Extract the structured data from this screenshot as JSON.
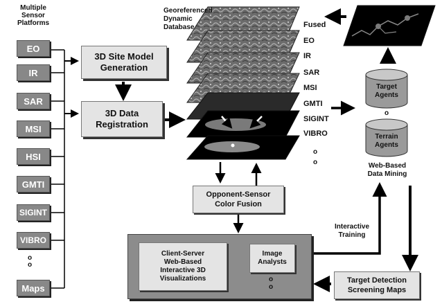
{
  "sensor_platforms": {
    "title_lines": [
      "Multiple",
      "Sensor",
      "Platforms"
    ],
    "items": [
      "EO",
      "IR",
      "SAR",
      "MSI",
      "HSI",
      "GMTI",
      "SIGINT",
      "VIBRO"
    ],
    "ellipsis": "o\no",
    "last_item": "Maps"
  },
  "site_model": {
    "lines": [
      "3D Site Model",
      "Generation"
    ]
  },
  "registration": {
    "lines": [
      "3D Data",
      "Registration"
    ]
  },
  "database": {
    "title_lines": [
      "Georeferenced",
      "Dynamic",
      "Database"
    ],
    "layers": [
      "Fused",
      "EO",
      "IR",
      "SAR",
      "MSI",
      "GMTI",
      "SIGINT",
      "VIBRO"
    ],
    "ellipsis": "o\no"
  },
  "color_fusion": {
    "lines": [
      "Opponent-Sensor",
      "Color Fusion"
    ]
  },
  "data_mining": {
    "target_agents": [
      "Target",
      "Agents"
    ],
    "separator": "o",
    "terrain_agents": [
      "Terrain",
      "Agents"
    ],
    "label_lines": [
      "Web-Based",
      "Data Mining"
    ]
  },
  "interactive_training": {
    "lines": [
      "Interactive",
      "Training"
    ]
  },
  "client_server": {
    "visualizations_lines": [
      "Client-Server",
      "Web-Based",
      "Interactive 3D",
      "Visualizations"
    ],
    "analysts_lines": [
      "Image",
      "Analysts"
    ],
    "ellipsis": "o\no"
  },
  "screening_maps": {
    "lines": [
      "Target Detection",
      "Screening Maps"
    ]
  }
}
